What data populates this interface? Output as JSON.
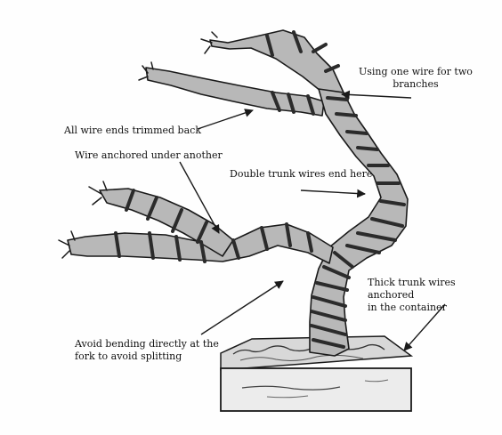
{
  "labels": {
    "using_one_wire": "Using one wire for two\nbranches",
    "wire_ends_trimmed": "All wire ends trimmed back",
    "wire_anchored": "Wire anchored under another",
    "double_trunk": "Double trunk wires end here",
    "thick_trunk": "Thick trunk wires anchored\nin the container",
    "avoid_bending": "Avoid bending directly at the\nfork to avoid splitting"
  },
  "colors": {
    "bark": "#b8b8b8",
    "outline": "#1a1a1a",
    "wire": "#2b2b2b",
    "container": "#ededed"
  }
}
